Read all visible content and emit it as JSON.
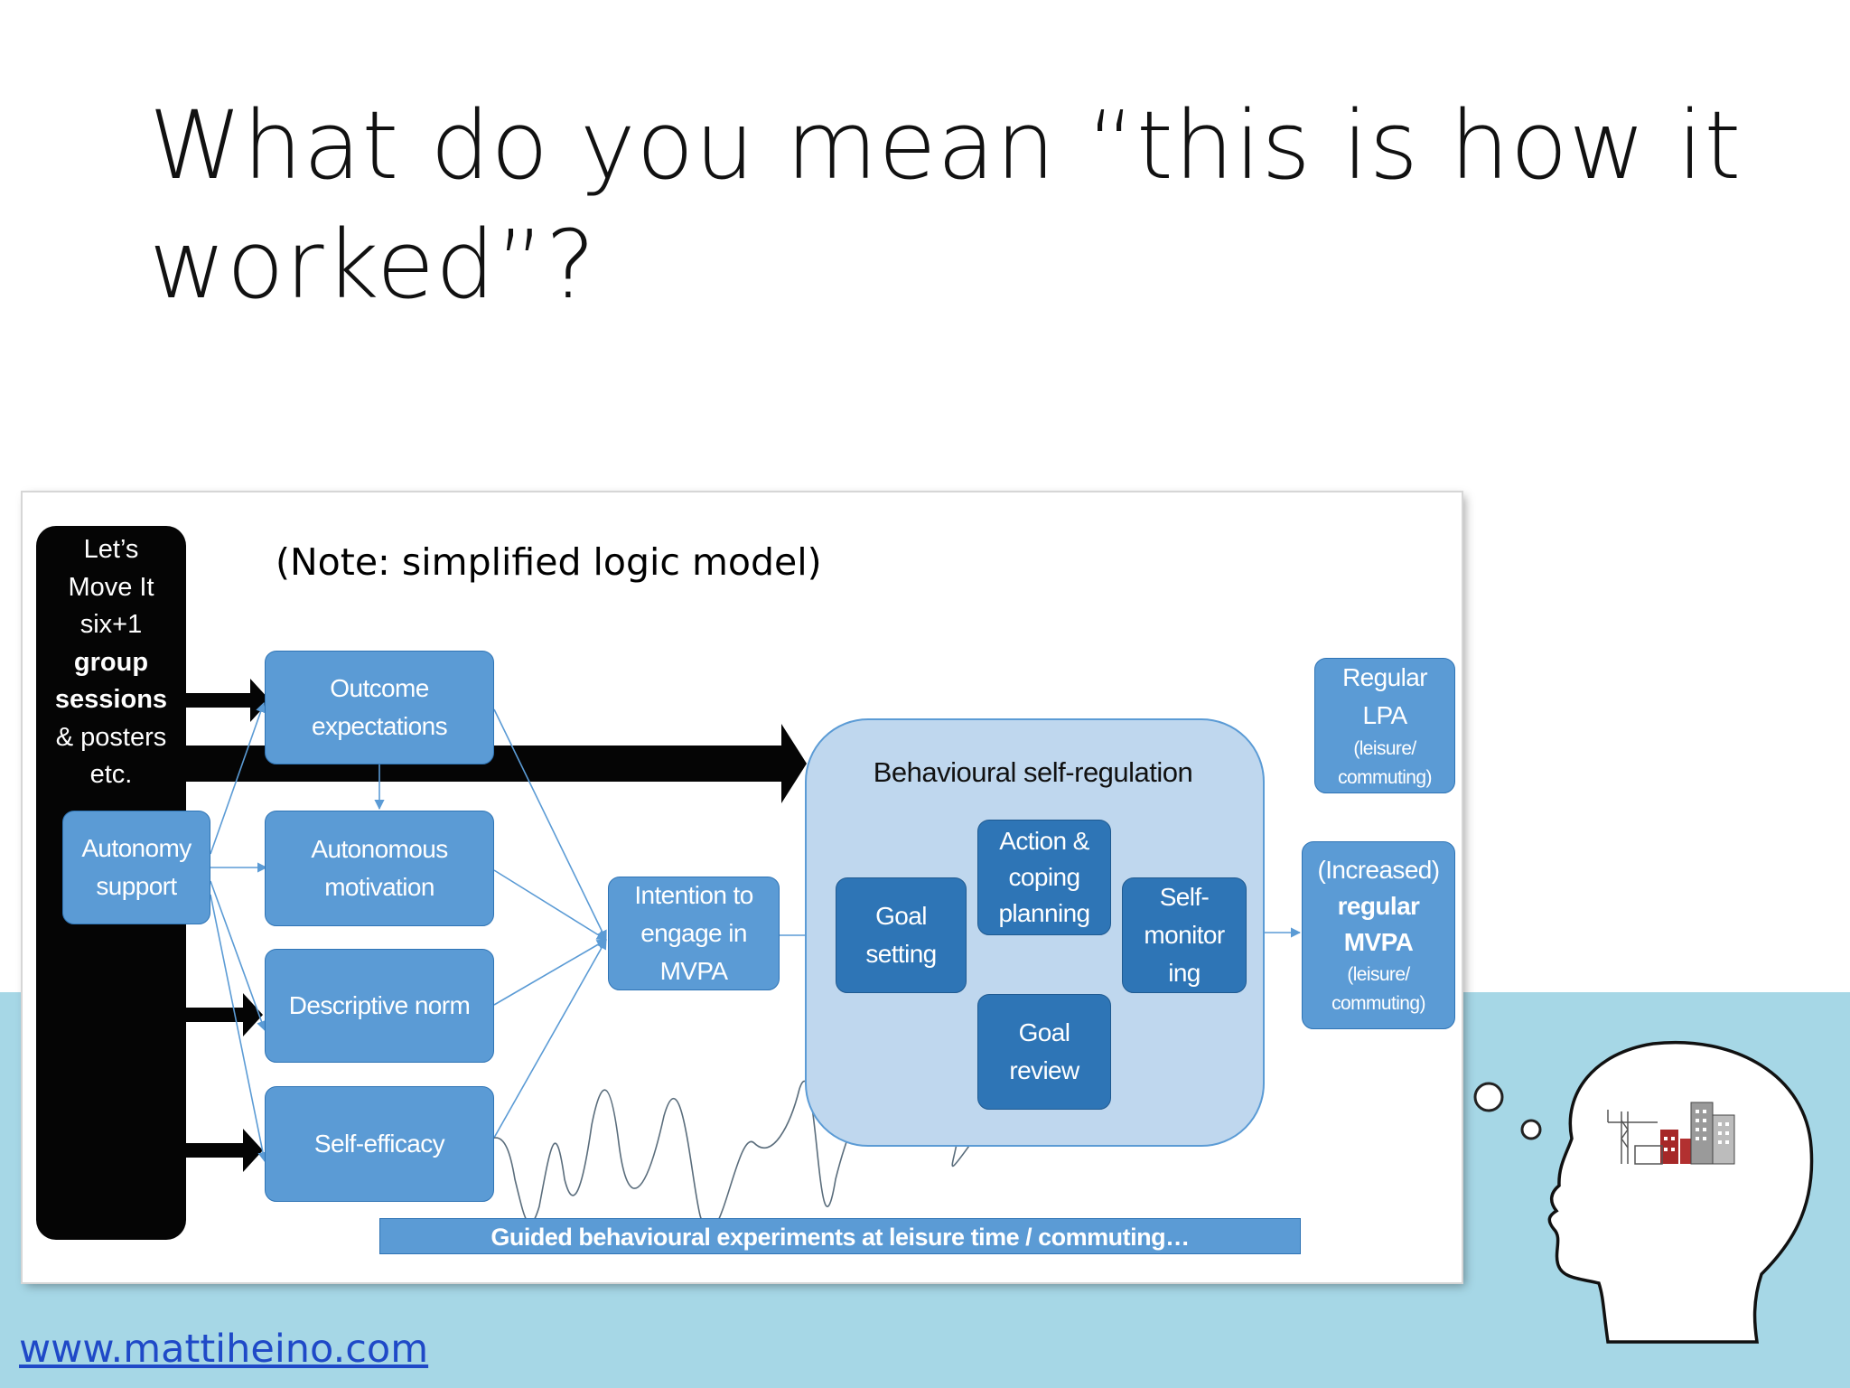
{
  "slide": {
    "title_line1": "What do you mean “this is how it",
    "title_line2": "worked”?",
    "website": "www.mattiheino.com"
  },
  "diagram": {
    "note": "(Note: simplified logic model)",
    "sidebar_lines": [
      {
        "text": "Let’s",
        "bold": false
      },
      {
        "text": "Move It",
        "bold": false
      },
      {
        "text": "six+1",
        "bold": false
      },
      {
        "text": "group",
        "bold": true
      },
      {
        "text": "sessions",
        "bold": true
      },
      {
        "text": "& posters",
        "bold": false
      },
      {
        "text": "etc.",
        "bold": false
      }
    ],
    "autonomy_support": [
      "Autonomy",
      "support"
    ],
    "determinants": {
      "outcome_expectations": [
        "Outcome",
        "expectations"
      ],
      "autonomous_motivation": [
        "Autonomous",
        "motivation"
      ],
      "descriptive_norm": [
        "Descriptive norm"
      ],
      "self_efficacy": [
        "Self-efficacy"
      ]
    },
    "intention": [
      "Intention to",
      "engage in",
      "MVPA"
    ],
    "self_regulation": {
      "title": "Behavioural self-regulation",
      "goal_setting": [
        "Goal",
        "setting"
      ],
      "action_coping_planning": [
        "Action &",
        "coping",
        "planning"
      ],
      "self_monitoring": [
        "Self-",
        "monitor",
        "ing"
      ],
      "goal_review": [
        "Goal",
        "review"
      ]
    },
    "outcomes": {
      "regular_lpa": {
        "main": [
          "Regular",
          "LPA"
        ],
        "sub": [
          "(leisure/",
          "commuting)"
        ]
      },
      "increased_mvpa": {
        "top": "(Increased)",
        "main": [
          "regular",
          "MVPA"
        ],
        "sub": [
          "(leisure/",
          "commuting)"
        ]
      }
    },
    "footer": "Guided behavioural experiments at leisure time / commuting…"
  },
  "colors": {
    "box_fill": "#5b9bd5",
    "box_dark": "#2e75b6",
    "group_fill": "#bfd7ee",
    "band": "#a6d7e6",
    "link": "#1f49c7"
  },
  "icons": [
    "thinking-head-icon",
    "city-buildings-icon",
    "thought-bubble-icon"
  ]
}
